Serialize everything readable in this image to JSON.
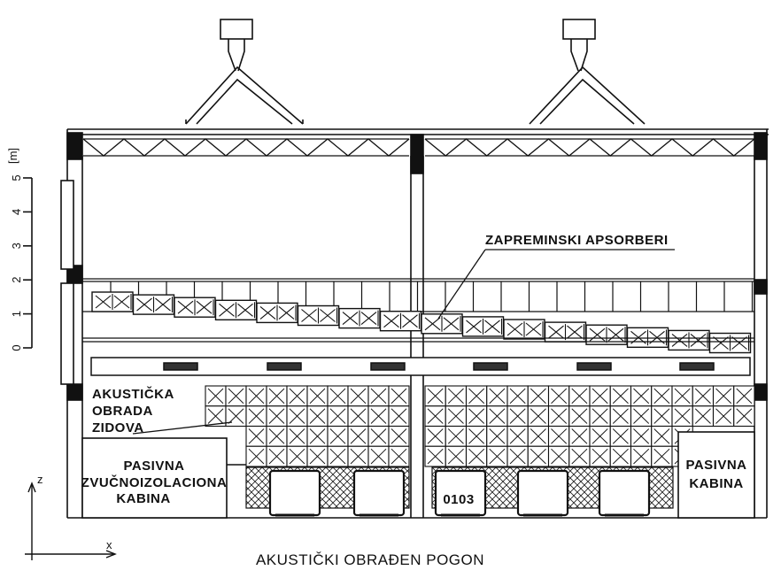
{
  "labels": {
    "absorbers": "ZAPREMINSKI APSORBERI",
    "wall_treatment": [
      "AKUSTIČKA",
      "OBRADA",
      "ZIDOVA"
    ],
    "cabin_left": [
      "PASIVNA",
      "ZVUČNOIZOLACIONA",
      "KABINA"
    ],
    "cabin_right": [
      "PASIVNA",
      "KABINA"
    ],
    "machine_code": "0103",
    "caption": "AKUSTIČKI OBRAĐEN POGON"
  },
  "scale": {
    "unit": "[m]",
    "ticks": [
      "0",
      "1",
      "2",
      "3",
      "4",
      "5"
    ]
  },
  "axes": {
    "z": "z",
    "x": "x"
  }
}
